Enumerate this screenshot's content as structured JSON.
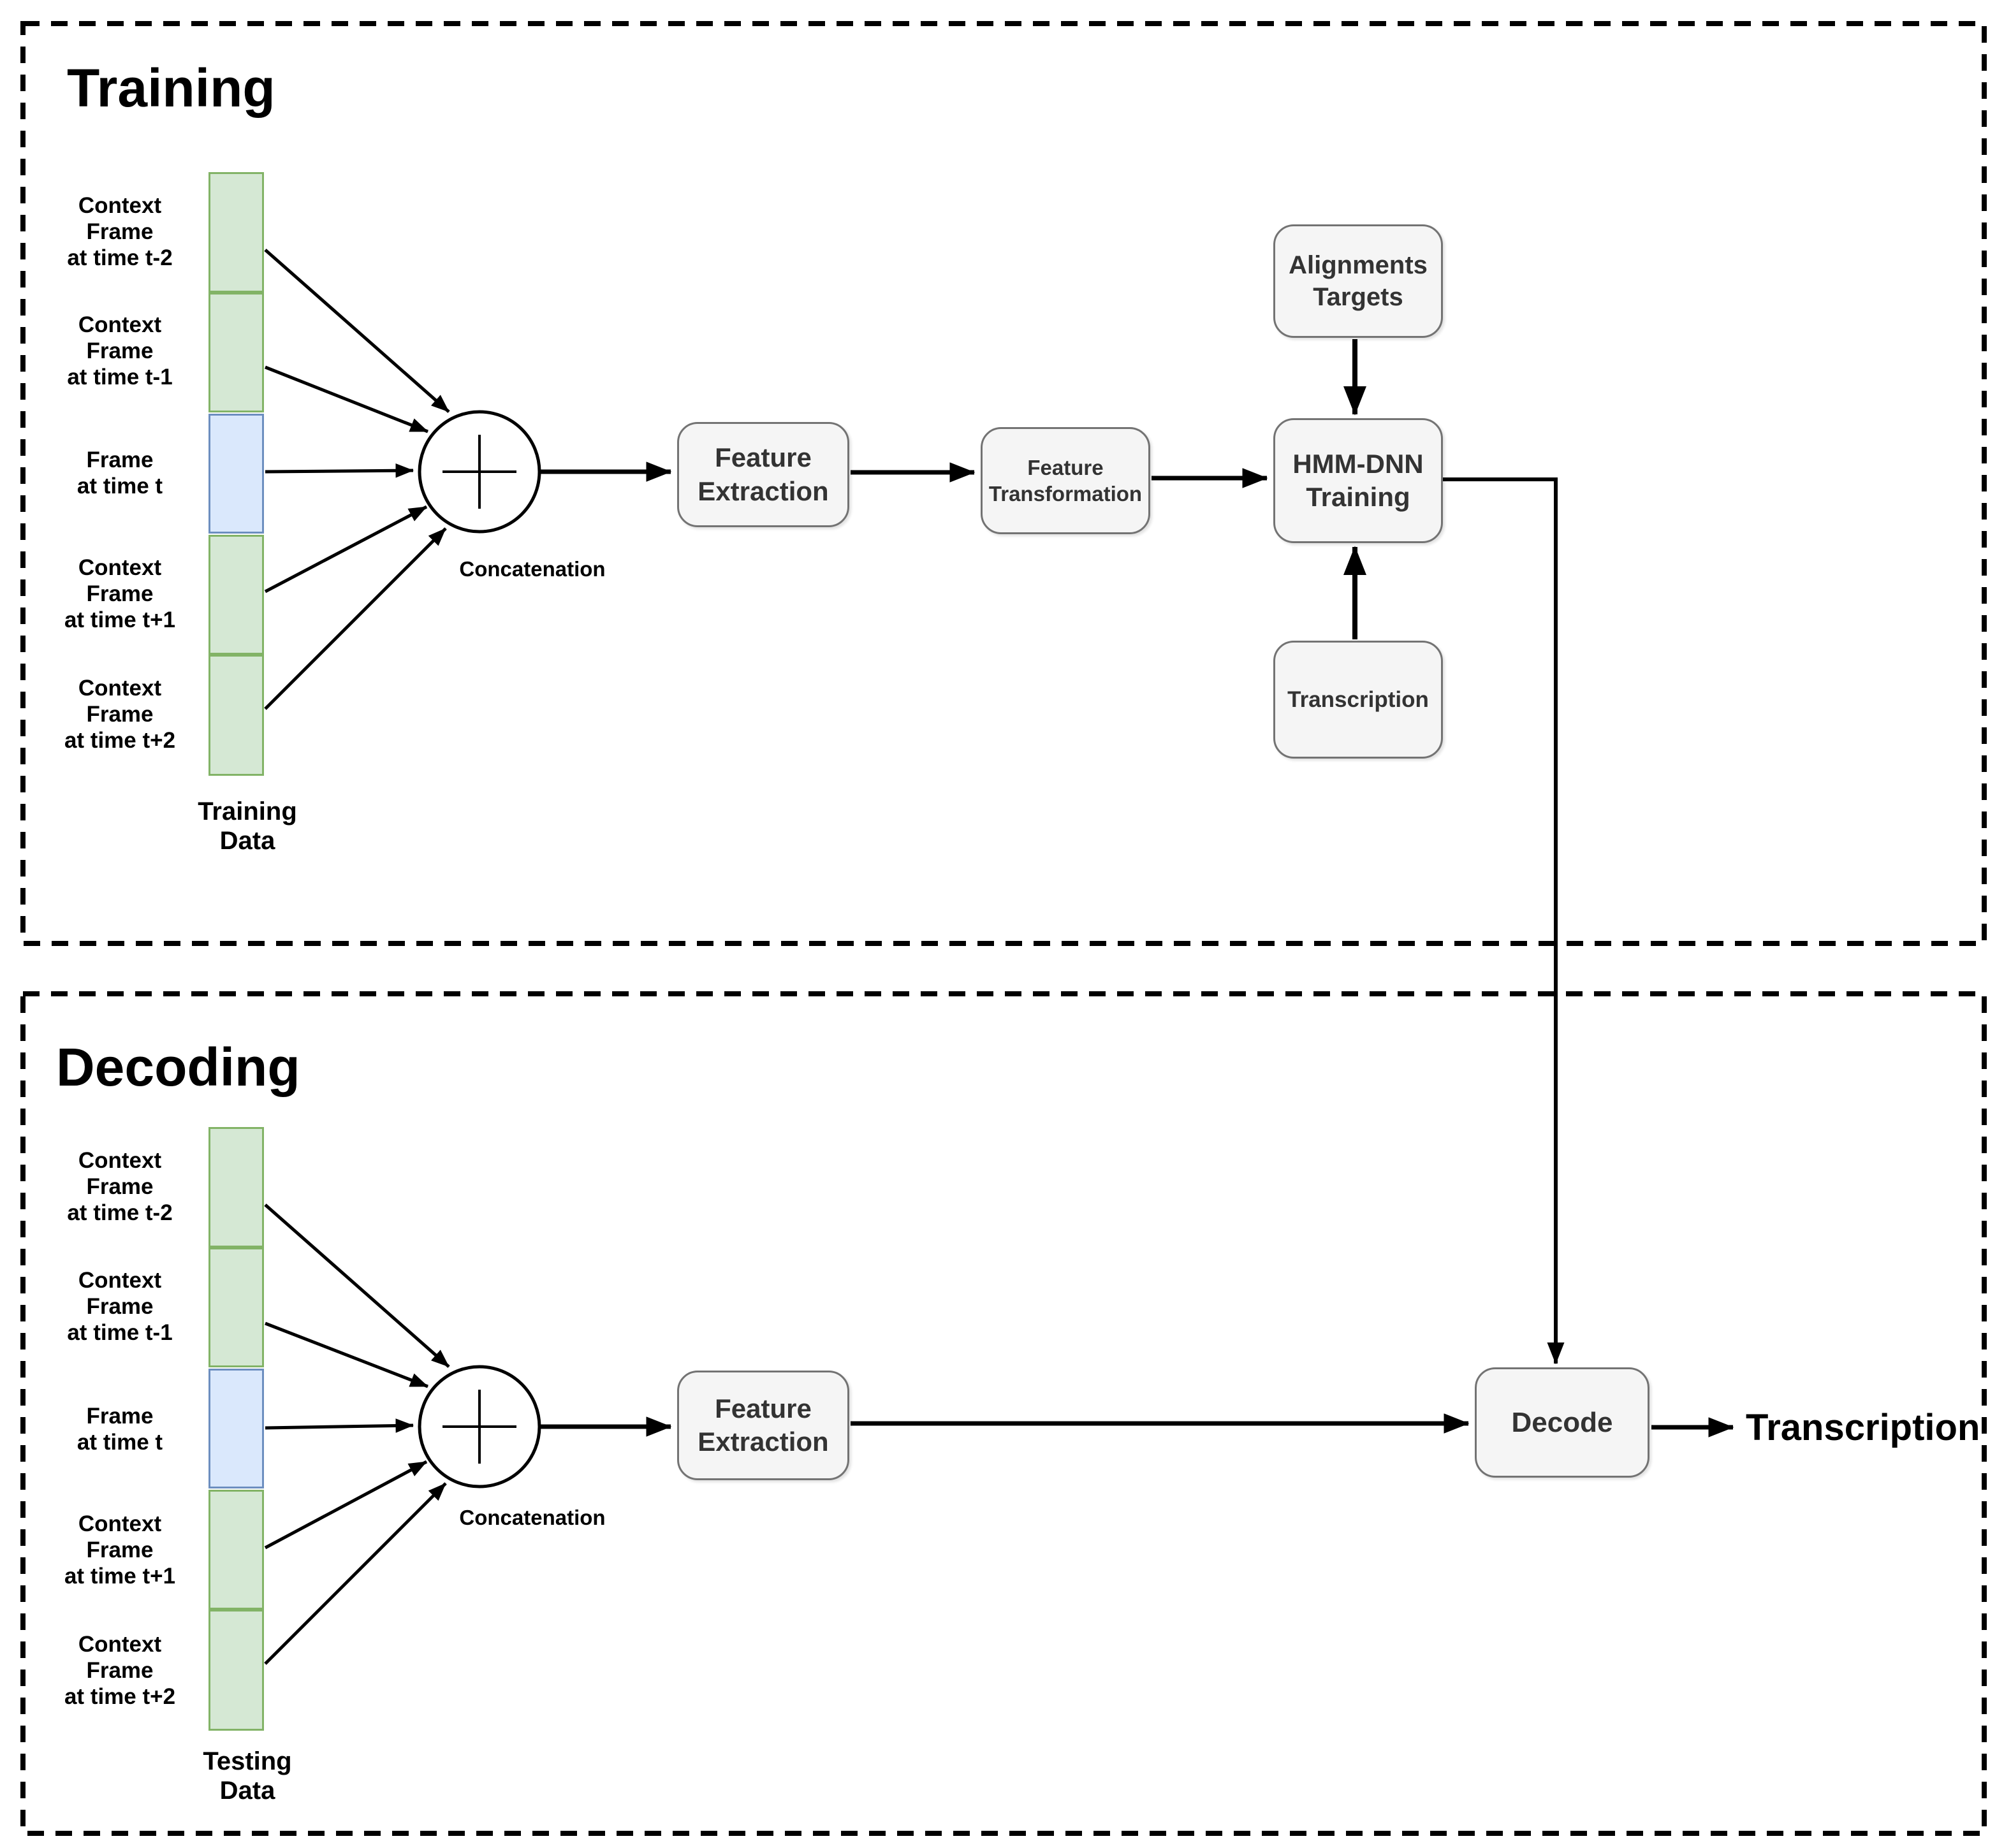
{
  "training": {
    "title": "Training",
    "frames": [
      {
        "label": "Context\nFrame\nat time t-2",
        "type": "context"
      },
      {
        "label": "Context\nFrame\nat time t-1",
        "type": "context"
      },
      {
        "label": "Frame\nat time t",
        "type": "current"
      },
      {
        "label": "Context\nFrame\nat time t+1",
        "type": "context"
      },
      {
        "label": "Context\nFrame\nat time t+2",
        "type": "context"
      }
    ],
    "stack_label": "Training\nData",
    "concatenation_label": "Concatenation",
    "boxes": {
      "feature_extraction": "Feature\nExtraction",
      "feature_transformation": "Feature\nTransformation",
      "hmm_dnn_training": "HMM-DNN\nTraining",
      "alignments_targets": "Alignments\nTargets",
      "transcription": "Transcription"
    }
  },
  "decoding": {
    "title": "Decoding",
    "frames": [
      {
        "label": "Context\nFrame\nat time t-2",
        "type": "context"
      },
      {
        "label": "Context\nFrame\nat time t-1",
        "type": "context"
      },
      {
        "label": "Frame\nat time t",
        "type": "current"
      },
      {
        "label": "Context\nFrame\nat time t+1",
        "type": "context"
      },
      {
        "label": "Context\nFrame\nat time t+2",
        "type": "context"
      }
    ],
    "stack_label": "Testing\nData",
    "concatenation_label": "Concatenation",
    "boxes": {
      "feature_extraction": "Feature\nExtraction",
      "decode": "Decode"
    },
    "output_label": "Transcription"
  },
  "icons": {
    "concatenation_node": "plus-in-circle"
  },
  "colors": {
    "context_frame_fill": "#d5e8d4",
    "context_frame_border": "#82b366",
    "current_frame_fill": "#dae8fc",
    "current_frame_border": "#6c8ebf",
    "process_box_fill": "#f5f5f5",
    "process_box_border": "#737373",
    "process_box_text": "#333333",
    "connector_color": "#000000",
    "background": "#ffffff"
  }
}
